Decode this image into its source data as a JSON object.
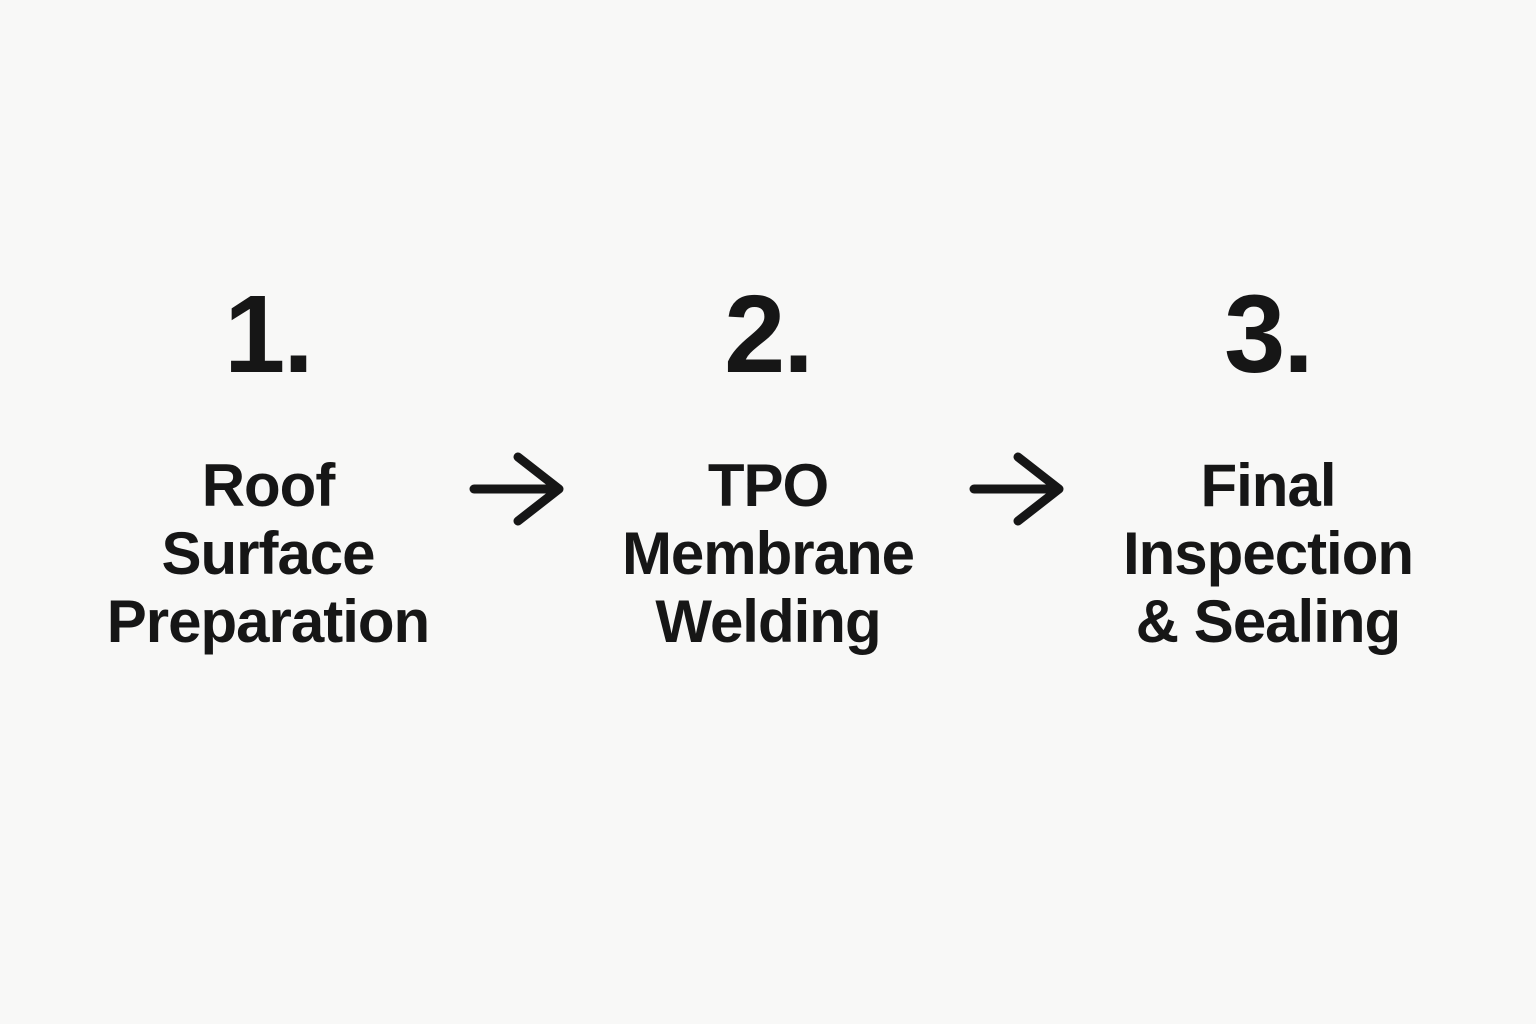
{
  "diagram": {
    "type": "process-flow",
    "background_color": "#f8f8f7",
    "text_color": "#161616",
    "steps": [
      {
        "number": "1.",
        "label": "Roof Surface\nPreparation"
      },
      {
        "number": "2.",
        "label": "TPO\nMembrane\nWelding"
      },
      {
        "number": "3.",
        "label": "Final\nInspection\n& Sealing"
      }
    ],
    "connector": "right-arrow"
  }
}
